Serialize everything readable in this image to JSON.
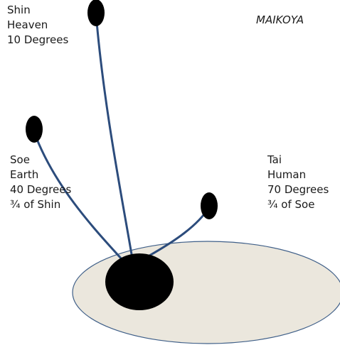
{
  "title": "MAIKOYA",
  "colors": {
    "background": "#ffffff",
    "base_fill": "#ebe7dd",
    "base_outline": "#3f5f88",
    "stems": "#2c4c7c",
    "bulbs": "#000000"
  },
  "labels": {
    "shin": {
      "name": "Shin",
      "meaning": "Heaven",
      "angle": "10 Degrees"
    },
    "soe": {
      "name": "Soe",
      "meaning": "Earth",
      "angle": "40 Degrees",
      "ratio": "¾ of Shin"
    },
    "tai": {
      "name": "Tai",
      "meaning": "Human",
      "angle": "70 Degrees",
      "ratio": "¾ of  Soe"
    }
  }
}
